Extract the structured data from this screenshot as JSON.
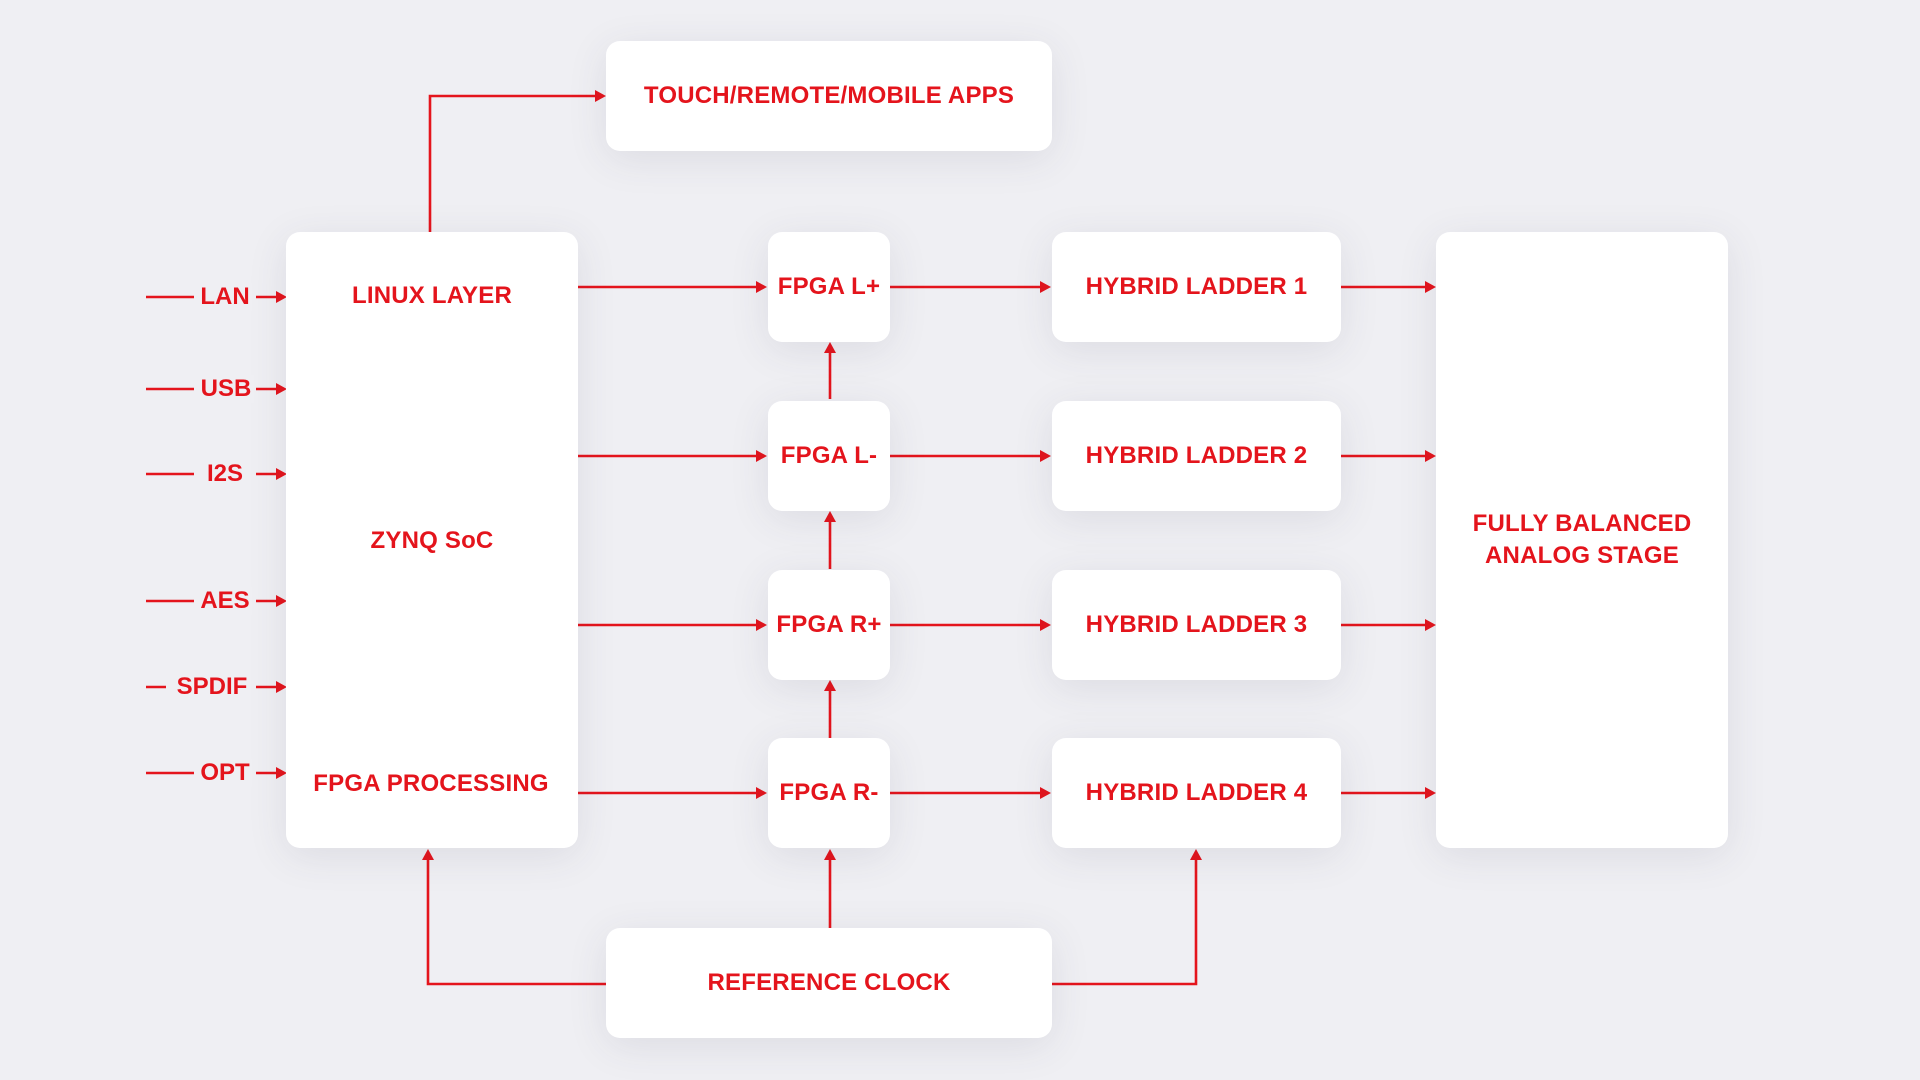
{
  "colors": {
    "background": "#efeff3",
    "box": "#ffffff",
    "accent": "#e4141c"
  },
  "apps": {
    "label": "TOUCH/REMOTE/MOBILE APPS"
  },
  "soc": {
    "top_label": "LINUX LAYER",
    "middle_label": "ZYNQ SoC",
    "bottom_label": "FPGA PROCESSING"
  },
  "inputs": [
    {
      "label": "LAN"
    },
    {
      "label": "USB"
    },
    {
      "label": "I2S"
    },
    {
      "label": "AES"
    },
    {
      "label": "SPDIF"
    },
    {
      "label": "OPT"
    }
  ],
  "fpga": [
    {
      "label": "FPGA L+"
    },
    {
      "label": "FPGA L-"
    },
    {
      "label": "FPGA R+"
    },
    {
      "label": "FPGA R-"
    }
  ],
  "ladders": [
    {
      "label": "HYBRID LADDER 1"
    },
    {
      "label": "HYBRID LADDER 2"
    },
    {
      "label": "HYBRID LADDER 3"
    },
    {
      "label": "HYBRID LADDER 4"
    }
  ],
  "analog": {
    "line1": "FULLY BALANCED",
    "line2": "ANALOG STAGE"
  },
  "clock": {
    "label": "REFERENCE CLOCK"
  }
}
